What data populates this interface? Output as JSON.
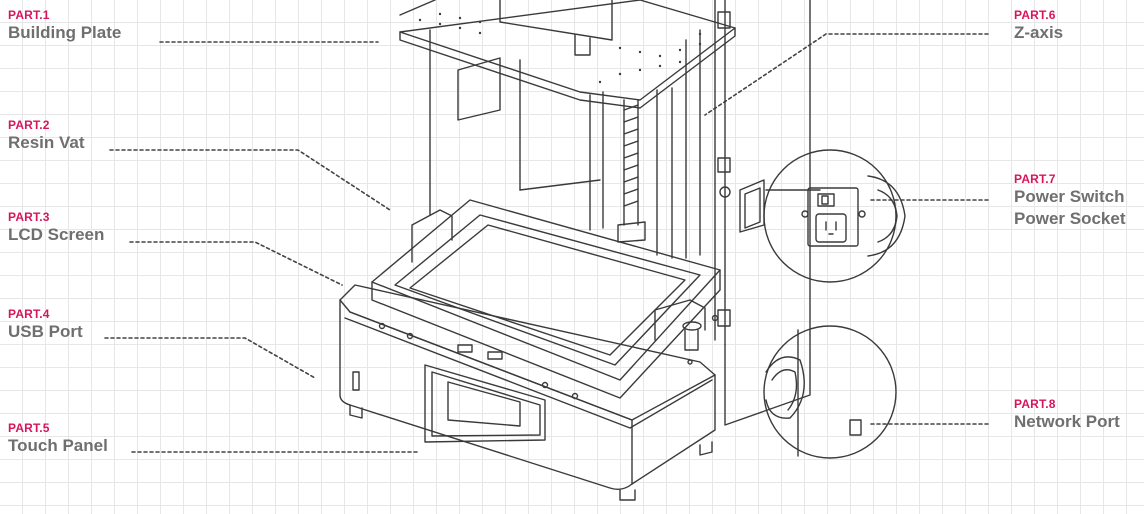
{
  "parts": [
    {
      "part": "PART.1",
      "name": "Building Plate"
    },
    {
      "part": "PART.2",
      "name": "Resin Vat"
    },
    {
      "part": "PART.3",
      "name": "LCD Screen"
    },
    {
      "part": "PART.4",
      "name": "USB Port"
    },
    {
      "part": "PART.5",
      "name": "Touch Panel"
    },
    {
      "part": "PART.6",
      "name": "Z-axis"
    },
    {
      "part": "PART.7",
      "name": "Power Switch",
      "name2": "Power Socket"
    },
    {
      "part": "PART.8",
      "name": "Network Port"
    }
  ],
  "colors": {
    "part_label": "#d6165c",
    "name_text": "#6f6f6f",
    "line": "#444444",
    "grid": "#e2e2e2"
  }
}
